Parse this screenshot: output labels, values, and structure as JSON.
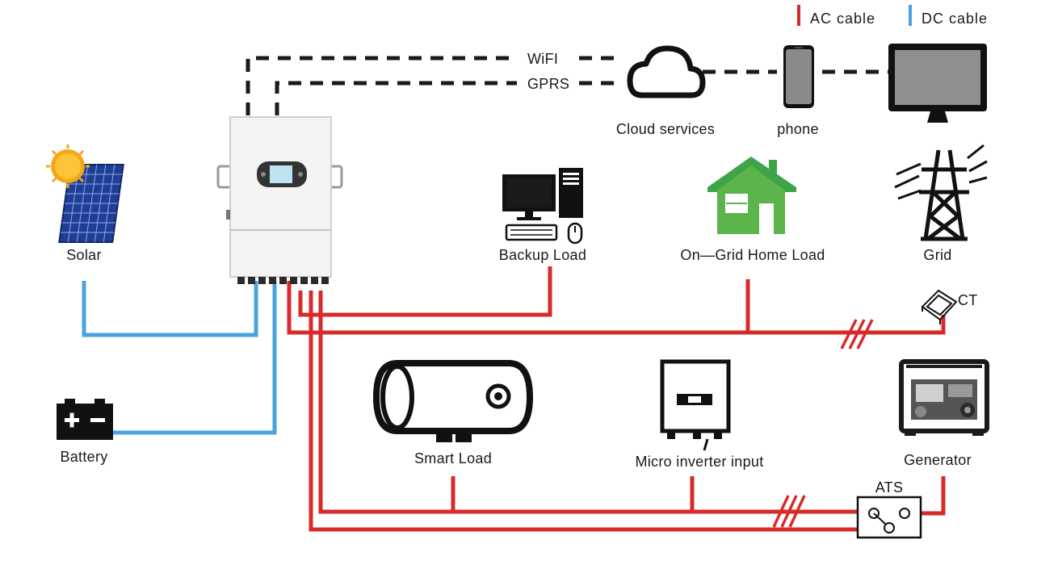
{
  "legend": {
    "ac_label": "AC  cable",
    "dc_label": "DC  cable"
  },
  "colors": {
    "ac_cable": "#d92a2a",
    "dc_cable": "#4aa3df",
    "house_green": "#3fa348",
    "comm_line": "#1a1a1a"
  },
  "comm": {
    "wifi": "WiFI",
    "gprs": "GPRS"
  },
  "nodes": {
    "solar": "Solar",
    "battery": "Battery",
    "cloud": "Cloud services",
    "phone": "phone",
    "backup_load": "Backup Load",
    "on_grid_load": "On—Grid Home Load",
    "grid": "Grid",
    "ct": "CT",
    "smart_load": "Smart Load",
    "micro_inverter": "Micro inverter input",
    "generator": "Generator",
    "ats": "ATS"
  },
  "icons": {
    "solar": "solar-panel-with-sun-icon",
    "battery": "battery-icon",
    "inverter": "hybrid-inverter",
    "cloud": "cloud-icon",
    "phone": "smartphone-icon",
    "monitor": "monitor-icon",
    "backup_load": "desktop-computer-icon",
    "on_grid_load": "house-icon",
    "grid": "transmission-tower-icon",
    "ct": "current-transformer-icon",
    "smart_load": "water-heater-icon",
    "micro_inverter": "micro-inverter-icon",
    "generator": "generator-icon",
    "ats": "transfer-switch-icon"
  }
}
